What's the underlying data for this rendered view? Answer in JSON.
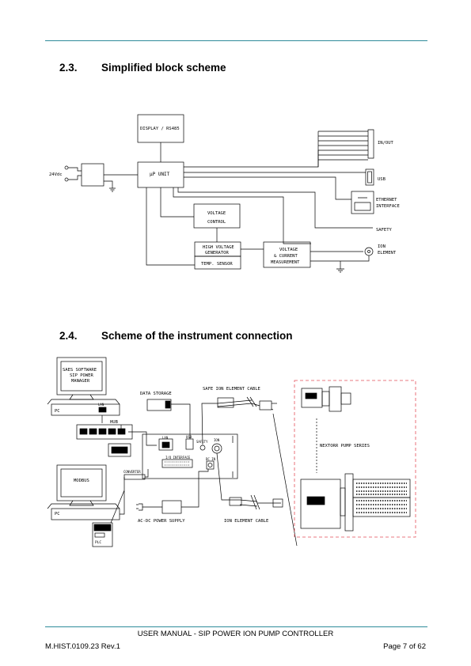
{
  "section1": {
    "number": "2.3.",
    "title": "Simplified block scheme"
  },
  "section2": {
    "number": "2.4.",
    "title": "Scheme of the instrument connection"
  },
  "block_scheme": {
    "display": "DISPLAY / RS485",
    "up_unit": "μP UNIT",
    "input": "24Vdc",
    "voltage_control_1": "VOLTAGE",
    "voltage_control_2": "CONTROL",
    "hv_gen_1": "HIGH VOLTAGE",
    "hv_gen_2": "GENERATOR",
    "temp_sensor": "TEMP. SENSOR",
    "meas_1": "VOLTAGE",
    "meas_2": "& CURRENT",
    "meas_3": "MEASUREMENT",
    "in_out": "IN/OUT",
    "usb": "USB",
    "eth_1": "ETHERNET",
    "eth_2": "INTERFACE",
    "safety": "SAFETY",
    "ion_1": "ION",
    "ion_2": "ELEMENT"
  },
  "connection_scheme": {
    "monitor1_1": "SAES SOFTWARE",
    "monitor1_2": "SIP POWER",
    "monitor1_3": "MANAGER",
    "pc1": "PC",
    "lan": "LAN",
    "hub": "HUB",
    "data_storage": "DATA STORAGE",
    "safe_cable": "SAFE ION ELEMENT CABLE",
    "usb": "USB",
    "safety": "SAFETY",
    "ion": "ION",
    "io_interface": "I/O INTERFACE",
    "dc_in": "DC IN",
    "lan2": "LAN",
    "monitor2": "MODBUS",
    "converter": "CONVERTER",
    "pc2": "PC",
    "plc": "PLC",
    "ac_dc": "AC-DC POWER SUPPLY",
    "ion_cable": "ION ELEMENT CABLE",
    "nextorr": "NEXTORR PUMP SERIES",
    "pump_label": "pump"
  },
  "footer": {
    "title": "USER MANUAL - SIP POWER ION PUMP CONTROLLER",
    "doc_id": "M.HIST.0109.23 Rev.1",
    "page": "Page 7 of 62"
  }
}
